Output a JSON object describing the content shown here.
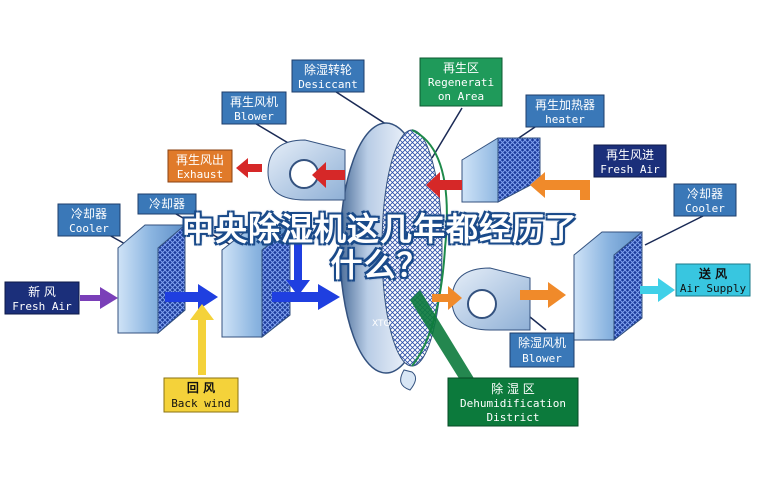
{
  "title": {
    "line1": "中央除湿机这几年都经历了",
    "line2": "什么？"
  },
  "labels": {
    "desiccant_cn": "除湿转轮",
    "desiccant_en": "Desiccant",
    "regen_area_cn": "再生区",
    "regen_area_en1": "Regenerati",
    "regen_area_en2": "on Area",
    "regen_blower_cn": "再生风机",
    "regen_blower_en": "Blower",
    "regen_heater_cn": "再生加热器",
    "regen_heater_en": "heater",
    "regen_exhaust_cn": "再生风出",
    "regen_exhaust_en": "Exhaust",
    "regen_fresh_cn": "再生风进",
    "regen_fresh_en": "Fresh Air",
    "cooler1_cn": "冷却器",
    "cooler1_en": "Cooler",
    "cooler2_cn": "冷却器",
    "cooler3_cn": "冷却器",
    "cooler3_en": "Cooler",
    "fresh_air_cn": "新   风",
    "fresh_air_en": "Fresh Air",
    "supply_cn": "送   风",
    "supply_en": "Air Supply",
    "back_wind_cn": "回   风",
    "back_wind_en": "Back wind",
    "dehum_blower_cn": "除湿风机",
    "dehum_blower_en": "Blower",
    "dehum_district_cn": "除   湿   区",
    "dehum_district_en1": "Dehumidification",
    "dehum_district_en2": "District",
    "watermark": "XTG"
  },
  "colors": {
    "label_blue": "#3a78b8",
    "label_orange": "#e07a2a",
    "label_green": "#1f9a5a",
    "label_dark_green": "#0c7a3c",
    "label_navy": "#1b2f7a",
    "label_yellow": "#f4d23a",
    "label_cyan": "#38c6e0",
    "arrow_red": "#d62828",
    "arrow_blue": "#1f3fe0",
    "arrow_orange": "#f08a2a",
    "arrow_yellow": "#f4d23a",
    "arrow_purple": "#7a3fb8",
    "arrow_cyan": "#40d0e8"
  }
}
